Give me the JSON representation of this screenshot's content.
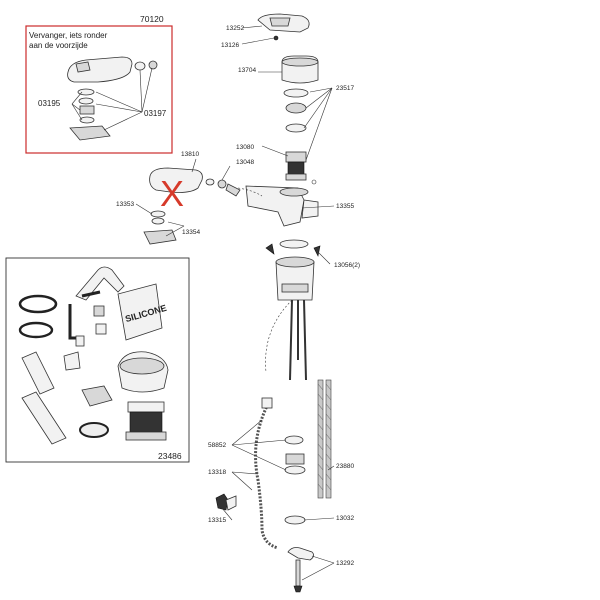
{
  "inset_top": {
    "number": "70120",
    "note_line1": "Vervanger, iets ronder",
    "note_line2": "aan de voorzijde",
    "parts": [
      "03195",
      "03197"
    ],
    "border_color": "#cc2b2b"
  },
  "inset_kit": {
    "number": "23486",
    "bag_text": "SILICONE"
  },
  "obsolete_mark": {
    "symbol": "X",
    "color": "#d63a2a"
  },
  "callouts": {
    "c13252": "13252",
    "c13126": "13126",
    "c13704": "13704",
    "c23517": "23517",
    "c13080": "13080",
    "c13810": "13810",
    "c13048": "13048",
    "c13353": "13353",
    "c13354": "13354",
    "c13355": "13355",
    "c13056": "13056(2)",
    "c58852": "58852",
    "c13318": "13318",
    "c23880": "23880",
    "c13032": "13032",
    "c13315": "13315",
    "c13292": "13292"
  }
}
